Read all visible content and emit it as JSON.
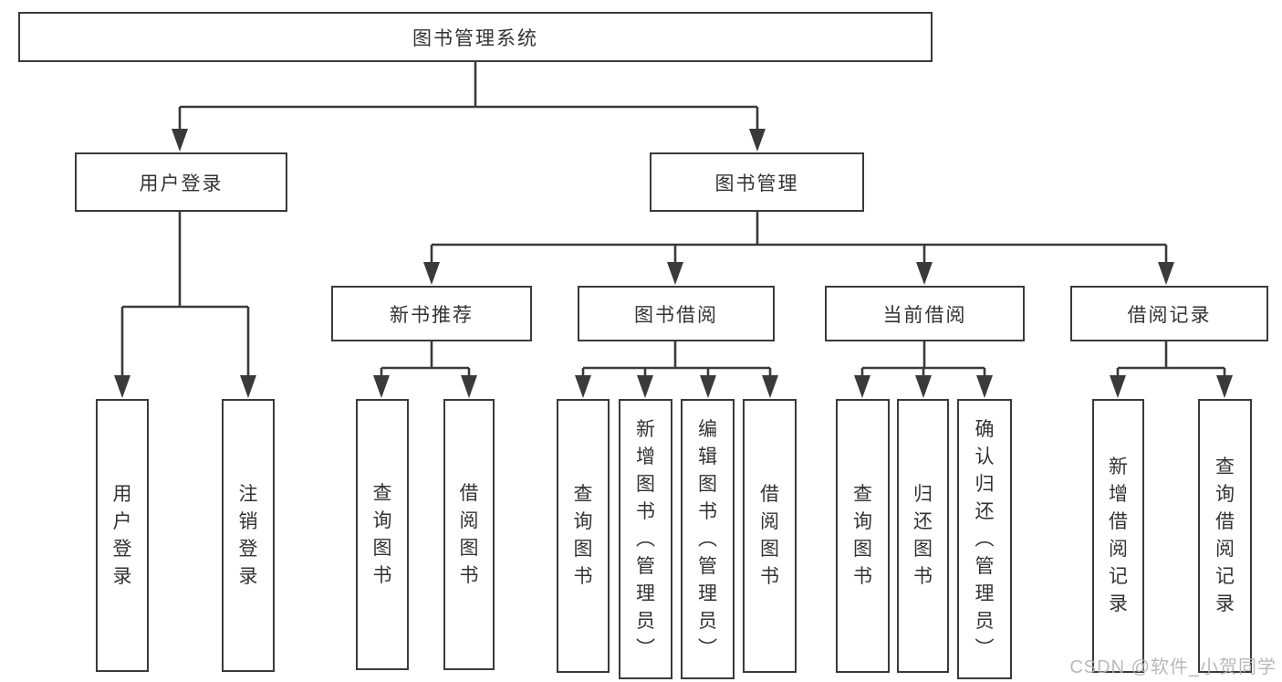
{
  "diagram": {
    "type": "hierarchy-tree",
    "tree": {
      "label": "图书管理系统",
      "children": [
        {
          "label": "用户登录",
          "children": [
            {
              "label": "用户登录"
            },
            {
              "label": "注销登录"
            }
          ]
        },
        {
          "label": "图书管理",
          "children": [
            {
              "label": "新书推荐",
              "children": [
                {
                  "label": "查询图书"
                },
                {
                  "label": "借阅图书"
                }
              ]
            },
            {
              "label": "图书借阅",
              "children": [
                {
                  "label": "查询图书"
                },
                {
                  "label": "新增图书（管理员）"
                },
                {
                  "label": "编辑图书（管理员）"
                },
                {
                  "label": "借阅图书"
                }
              ]
            },
            {
              "label": "当前借阅",
              "children": [
                {
                  "label": "查询图书"
                },
                {
                  "label": "归还图书"
                },
                {
                  "label": "确认归还（管理员）"
                }
              ]
            },
            {
              "label": "借阅记录",
              "children": [
                {
                  "label": "新增借阅记录"
                },
                {
                  "label": "查询借阅记录"
                }
              ]
            }
          ]
        }
      ]
    },
    "watermark": {
      "text": "CSDN @软件_小贺同学"
    },
    "colors": {
      "line": "#3a3a3a",
      "box_border": "#3a3a3a",
      "text": "#333333",
      "background": "#ffffff",
      "watermark": "#b2b2b2"
    }
  }
}
